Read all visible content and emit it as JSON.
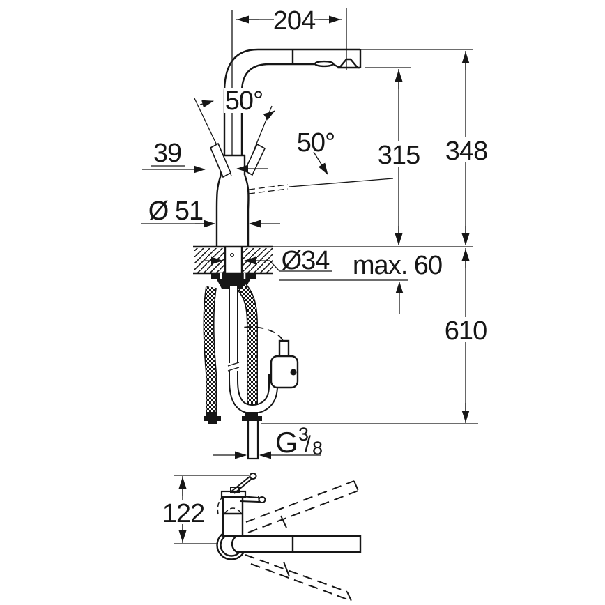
{
  "drawing": {
    "type": "faucet-installation-dimension-drawing",
    "colors": {
      "line": "#161616",
      "background": "#ffffff"
    },
    "labels": {
      "reach": "204",
      "handle_swing": "50°",
      "handle_tilt": "50°",
      "handle_width": "39",
      "height_to_spout": "315",
      "height_total": "348",
      "body_diameter": "Ø 51",
      "hole_diameter": "Ø34",
      "max_counter_thickness": "max. 60",
      "hose_drop": "610",
      "front_height": "122",
      "thread": {
        "prefix": "G",
        "numerator": "3",
        "slash": "/",
        "denominator": "8"
      }
    }
  }
}
